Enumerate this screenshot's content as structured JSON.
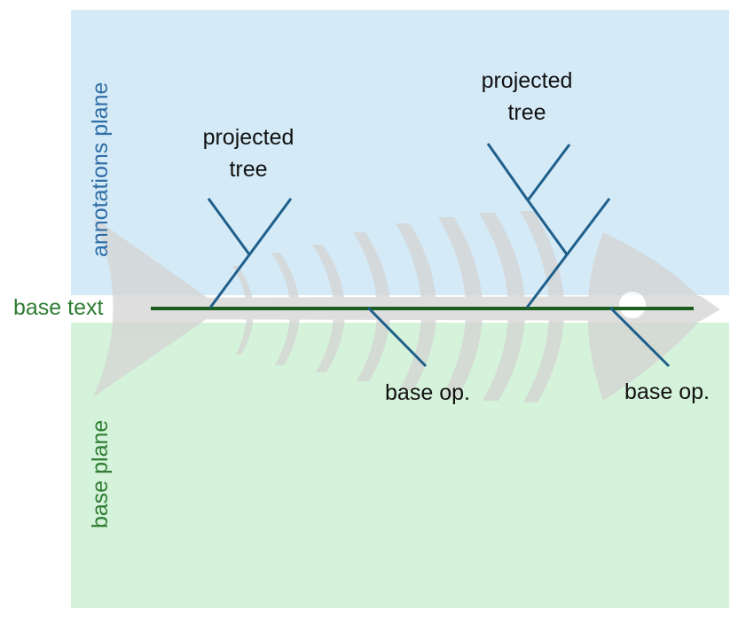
{
  "colors": {
    "annotations_plane_fill": "#d5eaf7",
    "base_plane_fill": "#d5f2da",
    "annotations_label": "#2f6ea6",
    "base_label": "#2e7d32",
    "base_text_line": "#1b5e20",
    "tree_stroke": "#1f5f8b",
    "fish_fill": "#d4d4d4"
  },
  "labels": {
    "annotations_plane": "annotations plane",
    "base_plane": "base plane",
    "base_text": "base text",
    "projected_tree_left": [
      "projected",
      "tree"
    ],
    "projected_tree_right": [
      "projected",
      "tree"
    ],
    "base_op_left": "base op.",
    "base_op_right": "base op."
  }
}
